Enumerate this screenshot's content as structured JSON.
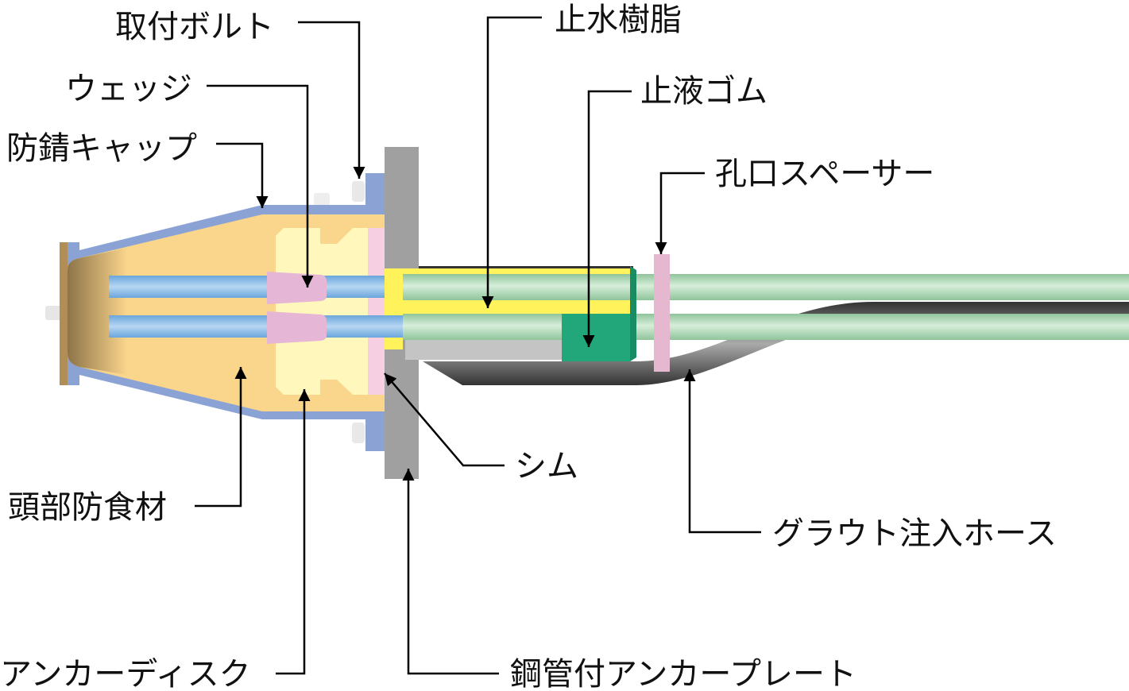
{
  "labels": {
    "bolt": "取付ボルト",
    "wedge": "ウェッジ",
    "cap": "防錆キャップ",
    "resin": "止水樹脂",
    "rubber": "止液ゴム",
    "spacer": "孔口スペーサー",
    "shim": "シム",
    "hose": "グラウト注入ホース",
    "filler": "頭部防食材",
    "disk": "アンカーディスク",
    "plate": "鋼管付アンカープレート"
  },
  "colors": {
    "cap": "#8aa3d4",
    "filler": "#fad58c",
    "disk": "#fff7bb",
    "shim": "#f6d0e2",
    "plate": "#a0a0a0",
    "resin": "#fff25a",
    "tube": "#a6d5b0",
    "rubber": "#22a77a",
    "strand": "#7db3e2",
    "wedge": "#e6b6d6",
    "hose": "#555555"
  }
}
